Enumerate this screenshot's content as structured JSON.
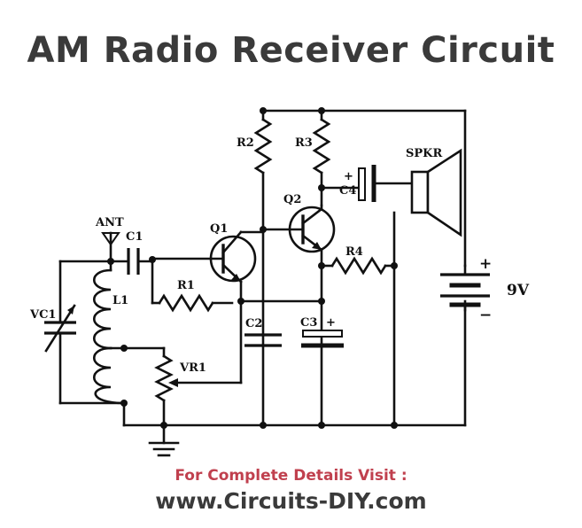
{
  "title": "AM Radio Receiver Circuit",
  "footer": {
    "visit_text": "For Complete Details Visit :",
    "website": "www.Circuits-DIY.com"
  },
  "components": {
    "ant": "ANT",
    "c1": "C1",
    "l1": "L1",
    "vc1": "VC1",
    "r1": "R1",
    "vr1": "VR1",
    "q1": "Q1",
    "c2": "C2",
    "r2": "R2",
    "r3": "R3",
    "q2": "Q2",
    "c3": "C3",
    "r4": "R4",
    "c4": "C4",
    "spkr": "SPKR",
    "battery": "9V",
    "plus": "+",
    "minus": "−"
  },
  "colors": {
    "title": "#3a3a3a",
    "accent": "#c0404e",
    "wire": "#111111"
  }
}
